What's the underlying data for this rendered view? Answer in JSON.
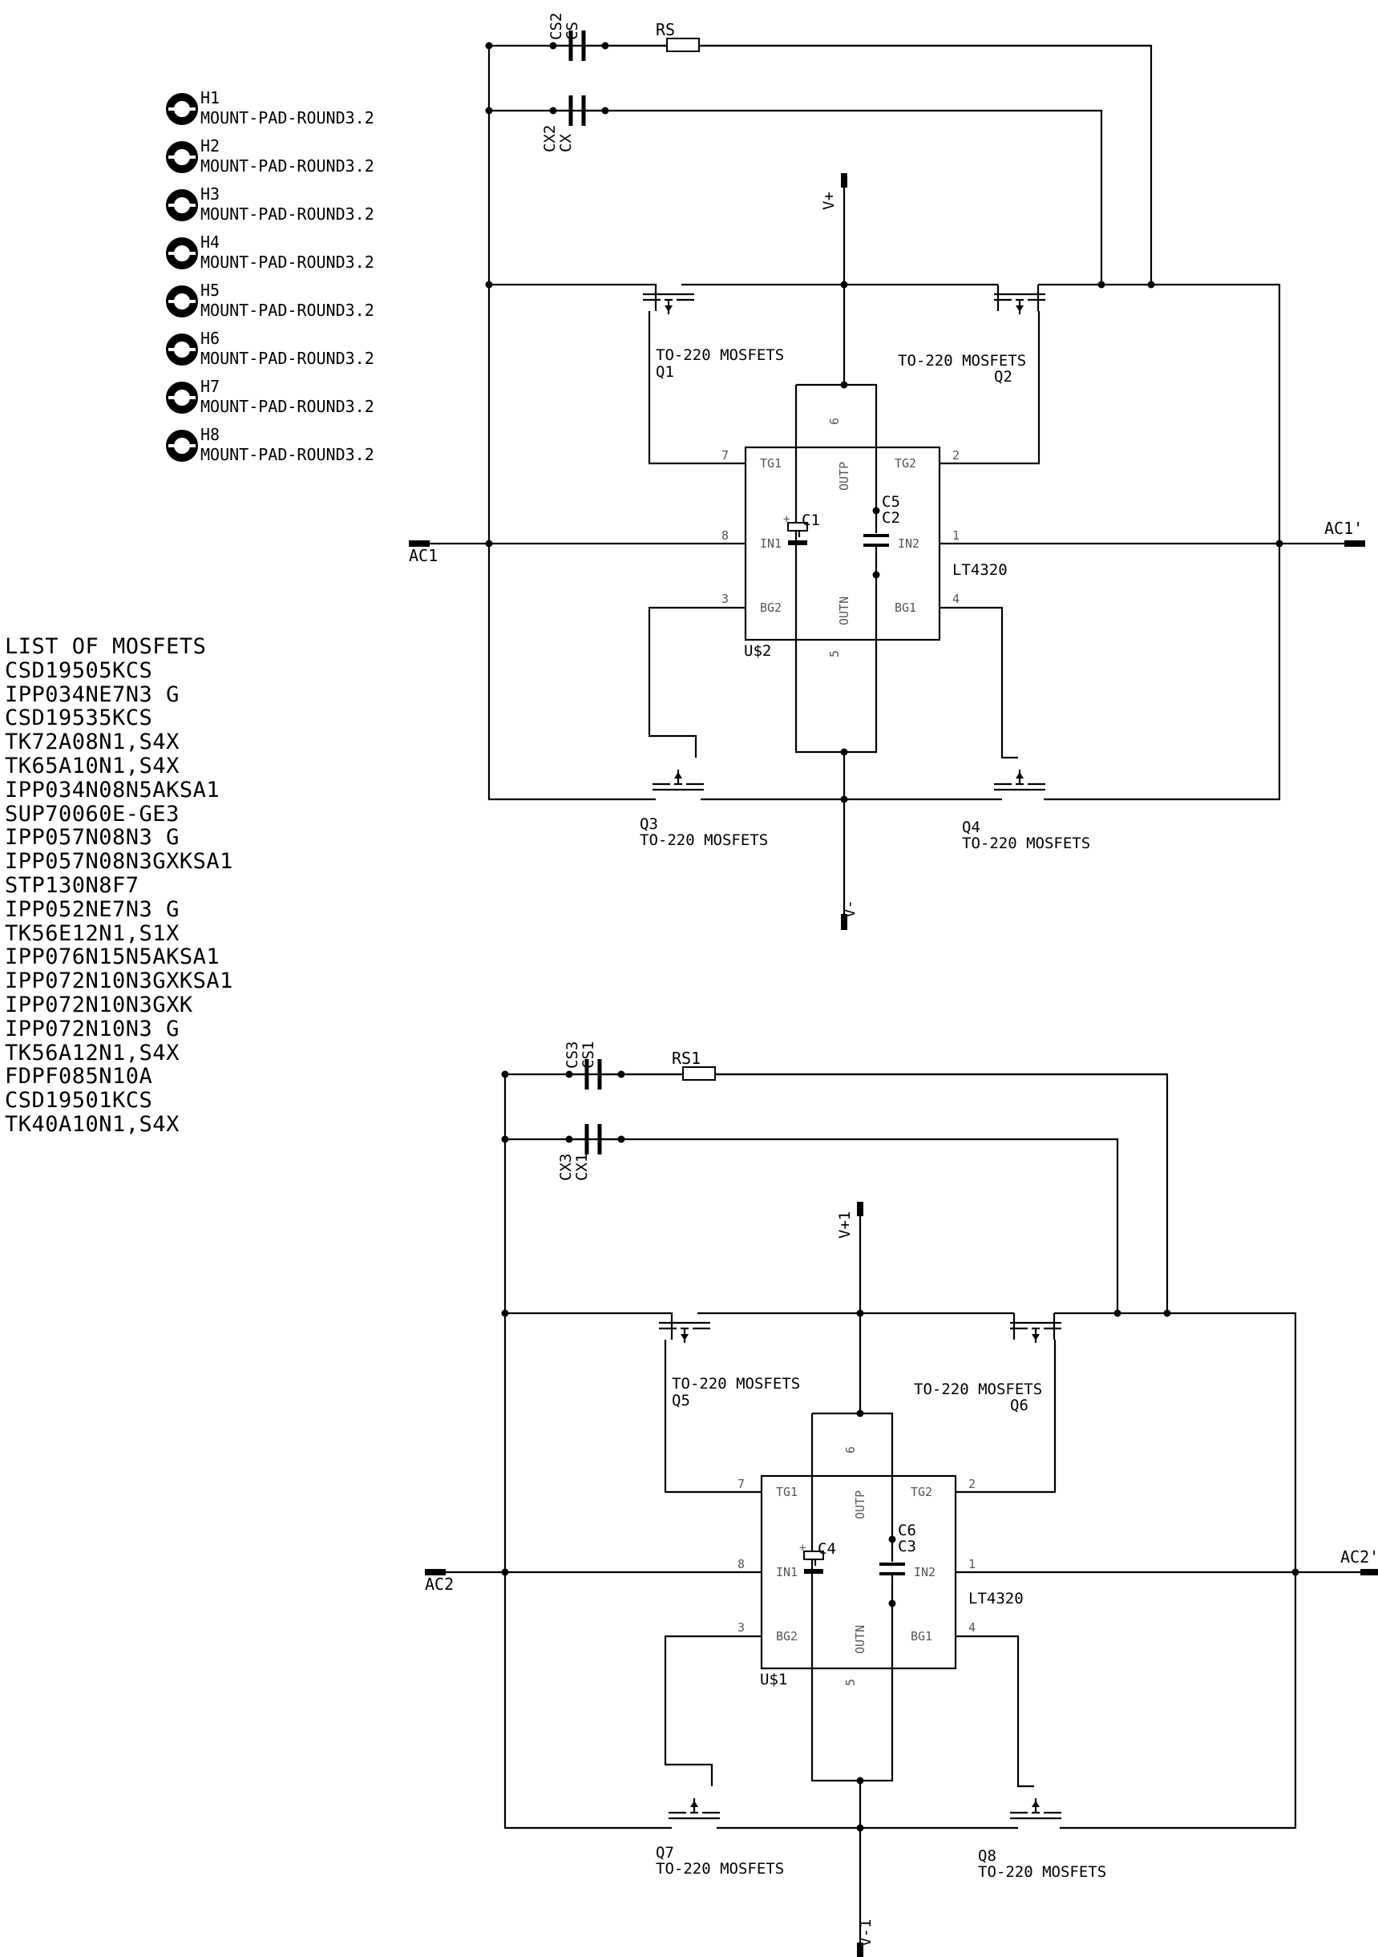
{
  "mount_pads": [
    {
      "ref": "H1",
      "value": "MOUNT-PAD-ROUND3.2"
    },
    {
      "ref": "H2",
      "value": "MOUNT-PAD-ROUND3.2"
    },
    {
      "ref": "H3",
      "value": "MOUNT-PAD-ROUND3.2"
    },
    {
      "ref": "H4",
      "value": "MOUNT-PAD-ROUND3.2"
    },
    {
      "ref": "H5",
      "value": "MOUNT-PAD-ROUND3.2"
    },
    {
      "ref": "H6",
      "value": "MOUNT-PAD-ROUND3.2"
    },
    {
      "ref": "H7",
      "value": "MOUNT-PAD-ROUND3.2"
    },
    {
      "ref": "H8",
      "value": "MOUNT-PAD-ROUND3.2"
    }
  ],
  "mosfet_list": {
    "title": "LIST OF MOSFETS",
    "items": [
      "CSD19505KCS",
      "IPP034NE7N3 G",
      "CSD19535KCS",
      "TK72A08N1,S4X",
      "TK65A10N1,S4X",
      "IPP034N08N5AKSA1",
      "SUP70060E-GE3",
      "IPP057N08N3 G",
      "IPP057N08N3GXKSA1",
      "STP130N8F7",
      "IPP052NE7N3 G",
      "TK56E12N1,S1X",
      "IPP076N15N5AKSA1",
      "IPP072N10N3GXKSA1",
      "IPP072N10N3GXK",
      "IPP072N10N3 G",
      "TK56A12N1,S4X",
      "FDPF085N10A",
      "CSD19501KCS",
      "TK40A10N1,S4X"
    ]
  },
  "circuits": [
    {
      "ic_ref": "U$2",
      "ic_value": "LT4320",
      "supply_pos": "V+",
      "supply_neg": "V-",
      "ac_in": "AC1",
      "ac_out": "AC1'",
      "snubber_cap": {
        "ref": "CS2",
        "value": "CS"
      },
      "snubber_res": "RS",
      "x_cap": {
        "ref": "CX2",
        "value": "CX"
      },
      "cap_polar": "C1",
      "cap_out": {
        "ref": "C5",
        "value": "C2"
      },
      "mosfets": [
        {
          "ref": "Q1",
          "value": "TO-220 MOSFETS"
        },
        {
          "ref": "Q2",
          "value": "TO-220 MOSFETS"
        },
        {
          "ref": "Q3",
          "value": "TO-220 MOSFETS"
        },
        {
          "ref": "Q4",
          "value": "TO-220 MOSFETS"
        }
      ]
    },
    {
      "ic_ref": "U$1",
      "ic_value": "LT4320",
      "supply_pos": "V+1",
      "supply_neg": "V-1",
      "ac_in": "AC2",
      "ac_out": "AC2'",
      "snubber_cap": {
        "ref": "CS3",
        "value": "CS1"
      },
      "snubber_res": "RS1",
      "x_cap": {
        "ref": "CX3",
        "value": "CX1"
      },
      "cap_polar": "C4",
      "cap_out": {
        "ref": "C6",
        "value": "C3"
      },
      "mosfets": [
        {
          "ref": "Q5",
          "value": "TO-220 MOSFETS"
        },
        {
          "ref": "Q6",
          "value": "TO-220 MOSFETS"
        },
        {
          "ref": "Q7",
          "value": "TO-220 MOSFETS"
        },
        {
          "ref": "Q8",
          "value": "TO-220 MOSFETS"
        }
      ]
    }
  ],
  "ic_pins": {
    "tg1": "TG1",
    "tg2": "TG2",
    "in1": "IN1",
    "in2": "IN2",
    "bg2": "BG2",
    "bg1": "BG1",
    "outp": "OUTP",
    "outn": "OUTN",
    "n1": "1",
    "n2": "2",
    "n3": "3",
    "n4": "4",
    "n5": "5",
    "n6": "6",
    "n7": "7",
    "n8": "8",
    "plus": "+"
  }
}
